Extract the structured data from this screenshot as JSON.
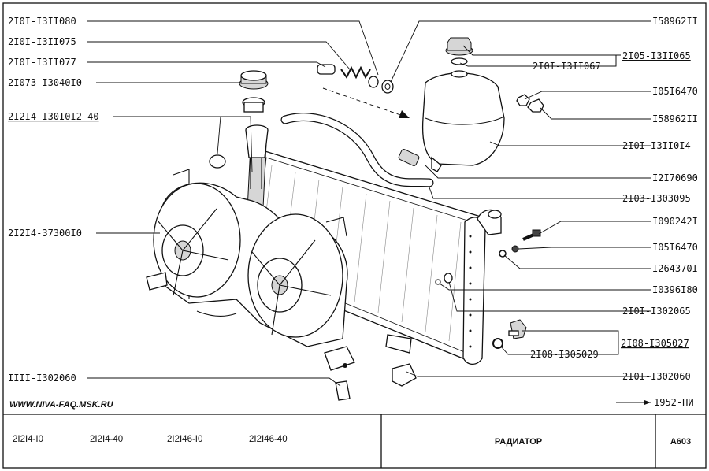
{
  "labels_left": [
    {
      "id": "l1",
      "text": "2I0I-I3II080"
    },
    {
      "id": "l2",
      "text": "2I0I-I3II075"
    },
    {
      "id": "l3",
      "text": "2I0I-I3II077"
    },
    {
      "id": "l4",
      "text": "2I073-I3040I0"
    },
    {
      "id": "l5",
      "text": "2I2I4-I30I0I2-40"
    },
    {
      "id": "l6",
      "text": "2I2I4-37300I0"
    },
    {
      "id": "l7",
      "text": "IIII-I302060"
    }
  ],
  "labels_right": [
    {
      "id": "r1",
      "text": "I58962II"
    },
    {
      "id": "r2",
      "text": "2I05-I3II065"
    },
    {
      "id": "r3",
      "text": "2I0I-I3II067"
    },
    {
      "id": "r4",
      "text": "I05I6470"
    },
    {
      "id": "r5",
      "text": "I58962II"
    },
    {
      "id": "r6",
      "text": "2I0I-I3II0I4"
    },
    {
      "id": "r7",
      "text": "I2I70690"
    },
    {
      "id": "r8",
      "text": "2I03-I303095"
    },
    {
      "id": "r9",
      "text": "I090242I"
    },
    {
      "id": "r10",
      "text": "I05I6470"
    },
    {
      "id": "r11",
      "text": "I264370I"
    },
    {
      "id": "r12",
      "text": "I0396I80"
    },
    {
      "id": "r13",
      "text": "2I0I-I302065"
    },
    {
      "id": "r14",
      "text": "2I08-I305027"
    },
    {
      "id": "r15",
      "text": "2I08-I305029"
    },
    {
      "id": "r16",
      "text": "2I0I-I302060"
    }
  ],
  "website": "WWW.NIVA-FAQ.MSK.RU",
  "ref_code": "1952-ПИ",
  "footer": {
    "models": [
      "2I2I4-I0",
      "2I2I4-40",
      "2I2I46-I0",
      "2I2I46-40"
    ],
    "title": "РАДИАТОР",
    "sheet": "A603"
  }
}
